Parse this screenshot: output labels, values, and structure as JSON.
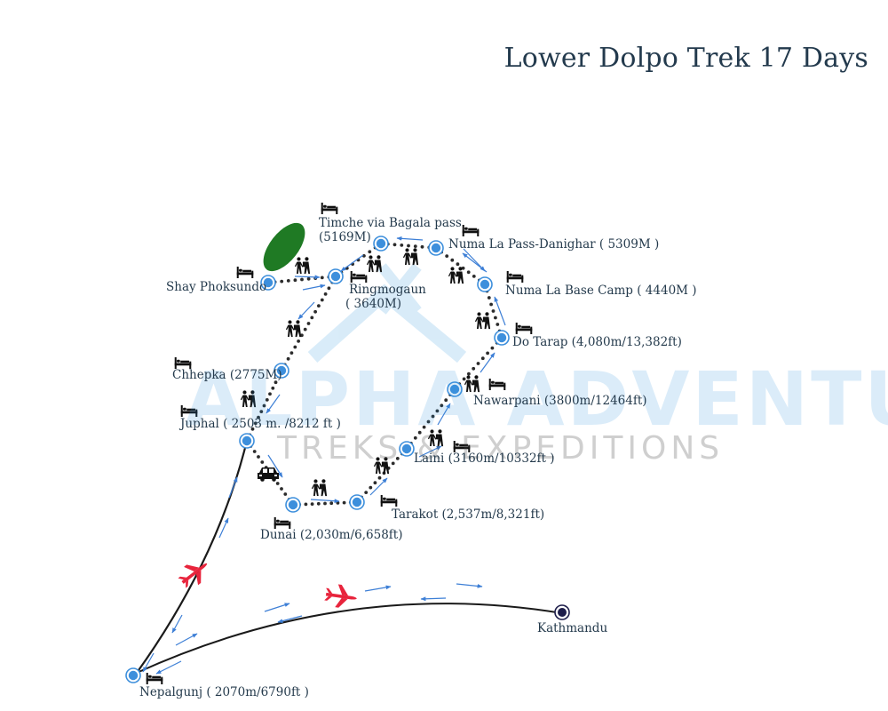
{
  "title": "Lower Dolpo Trek 17 Days",
  "watermark": {
    "brand": "ALPHA ADVENTURE",
    "tagline": "TREKS & EXPEDITIONS"
  },
  "colors": {
    "route_dots": "#2b2b2b",
    "stop_marker": "#3d8fdc",
    "flight_plane": "#e8243c",
    "arrows": "#3d7fd6",
    "lake": "#1f7a24",
    "kathmandu_marker": "#1d1d4a",
    "text": "#243a4c"
  },
  "legend_icons": [
    "bed-icon",
    "trekkers-icon",
    "car-icon",
    "airplane-icon",
    "direction-arrow-icon"
  ],
  "stops": [
    {
      "id": "kathmandu",
      "name": "Kathmandu"
    },
    {
      "id": "nepalgunj",
      "name": "Nepalgunj ( 2070m/6790ft  )"
    },
    {
      "id": "juphal",
      "name": "Juphal ( 2503 m. /8212 ft  )"
    },
    {
      "id": "dunai",
      "name": "Dunai (2,030m/6,658ft)"
    },
    {
      "id": "tarakot",
      "name": "Tarakot (2,537m/8,321ft)"
    },
    {
      "id": "laini",
      "name": "Laini (3160m/10332ft )"
    },
    {
      "id": "nawarpani",
      "name": "Nawarpani (3800m/12464ft)"
    },
    {
      "id": "do_tarap",
      "name": "Do Tarap  (4,080m/13,382ft)"
    },
    {
      "id": "numa_base",
      "name": "Numa La Base Camp ( 4440M )"
    },
    {
      "id": "numa_pass",
      "name": "Numa La Pass-Danighar (  5309M )"
    },
    {
      "id": "timche",
      "name": "Timche via Bagala pass",
      "name2": "(5169M)"
    },
    {
      "id": "ringmo",
      "name": "Ringmogaun",
      "name2": "( 3640M)"
    },
    {
      "id": "shay",
      "name": "Shay Phoksundo"
    },
    {
      "id": "chhepka",
      "name": "Chhepka (2775M)"
    }
  ]
}
